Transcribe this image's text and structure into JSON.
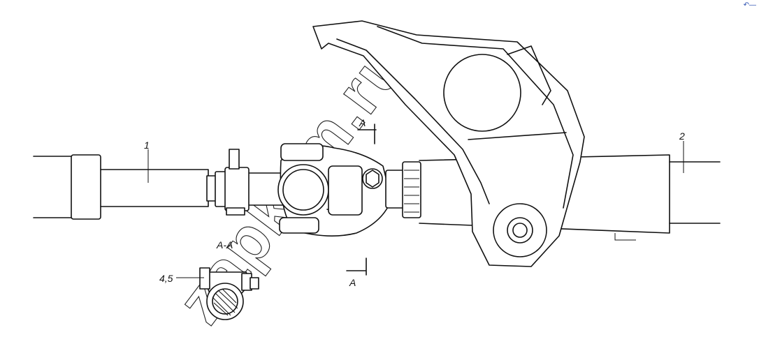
{
  "labels": {
    "part1": "1",
    "part2": "2",
    "section_a_top": "A",
    "section_a_bottom": "A",
    "section_title": "A-A",
    "parts_45": "4,5"
  },
  "watermark": "zapkam.ru",
  "corner_mark": "↶—",
  "colors": {
    "line": "#111111",
    "background": "#ffffff",
    "corner_mark": "#2a4fb0"
  }
}
